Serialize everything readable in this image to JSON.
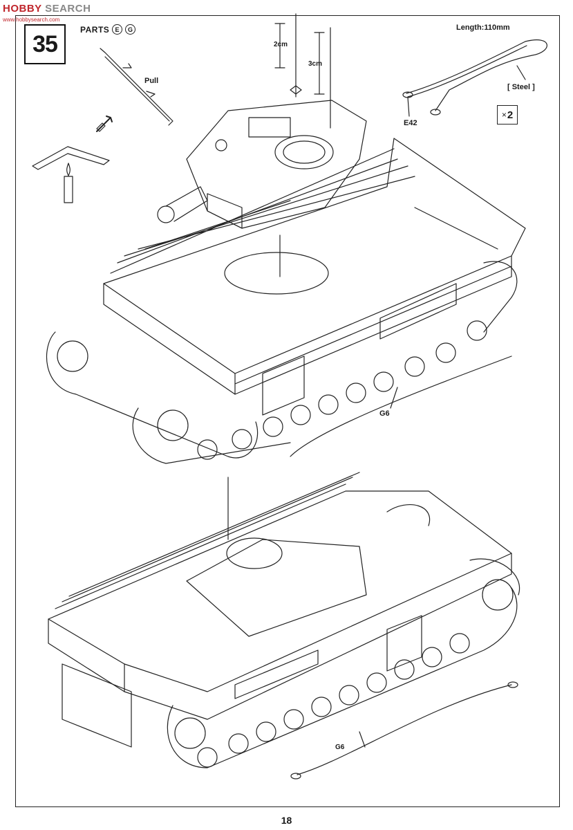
{
  "watermark": {
    "brand": "HOBBY",
    "brand_suffix": "SEARCH",
    "url": "www.hobbysearch.com"
  },
  "step": {
    "number": "35",
    "parts_label": "PARTS",
    "part_codes": [
      "E",
      "G"
    ]
  },
  "callouts": {
    "pull": "Pull",
    "dim_upper": "2cm",
    "dim_lower": "3cm",
    "length": "Length:110mm",
    "material": "[ Steel ]",
    "part_e42": "E42",
    "part_g6_top": "G6",
    "part_g6_bottom": "G6",
    "quantity": "2",
    "quantity_prefix": "×"
  },
  "page": {
    "number": "18"
  }
}
